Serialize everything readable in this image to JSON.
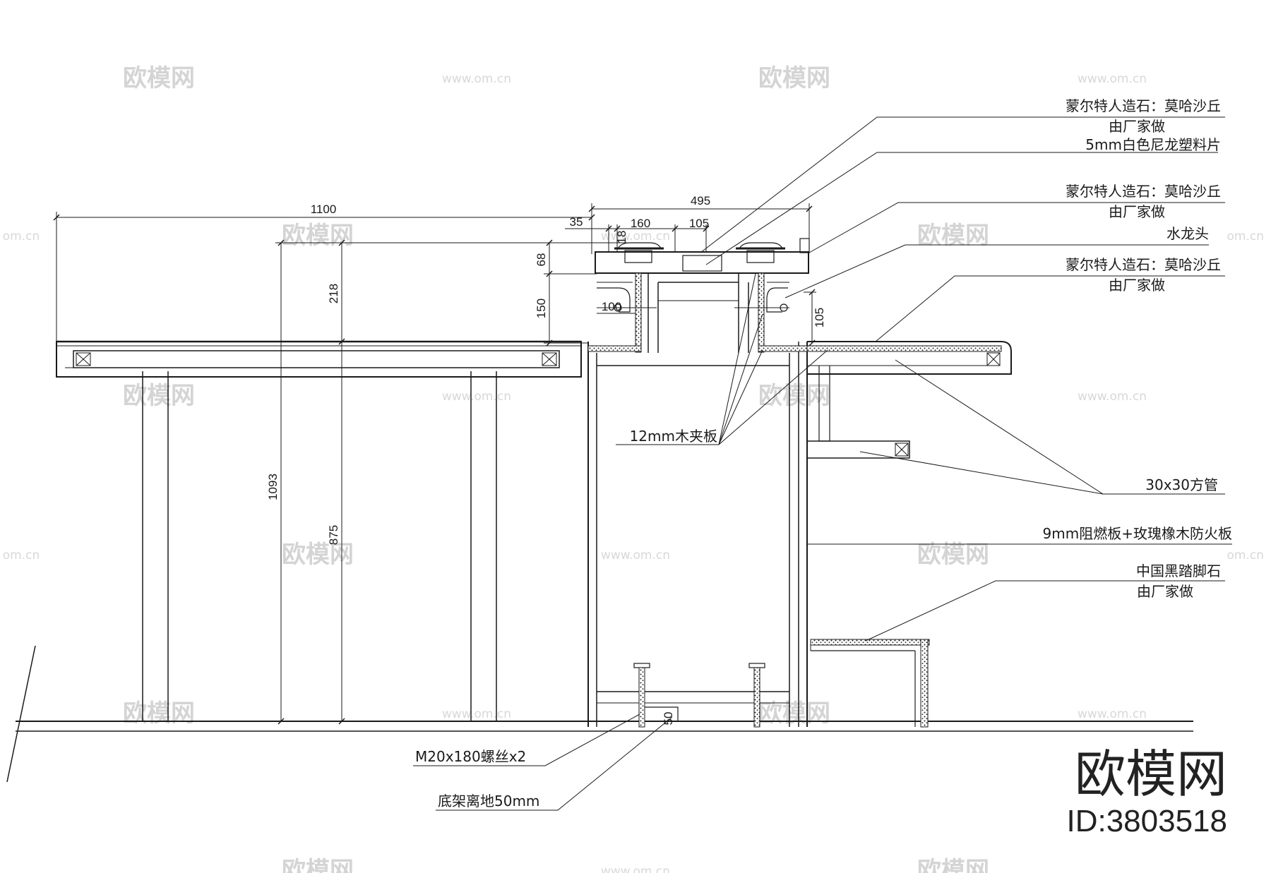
{
  "watermark": {
    "text": "欧模网",
    "url": "www.om.cn",
    "url_short": "om.cn"
  },
  "brand": {
    "name": "欧模网",
    "id": "ID:3803518"
  },
  "dimensions": {
    "d1100": "1100",
    "d495": "495",
    "d35": "35",
    "d18": "18",
    "d160": "160",
    "d105a": "105",
    "d68": "68",
    "d150": "150",
    "d218": "218",
    "d100": "100",
    "d105b": "105",
    "d1093": "1093",
    "d875": "875",
    "d50": "50"
  },
  "annotations": {
    "stone1_l1": "蒙尔特人造石：莫哈沙丘",
    "stone1_l2": "由厂家做",
    "nylon": "5mm白色尼龙塑料片",
    "stone2_l1": "蒙尔特人造石：莫哈沙丘",
    "stone2_l2": "由厂家做",
    "faucet": "水龙头",
    "stone3_l1": "蒙尔特人造石：莫哈沙丘",
    "stone3_l2": "由厂家做",
    "plywood": "12mm木夹板",
    "tube": "30x30方管",
    "fireboard": "9mm阻燃板+玫瑰橡木防火板",
    "footstone_l1": "中国黑踏脚石",
    "footstone_l2": "由厂家做",
    "bolt": "M20x180螺丝x2",
    "base": "底架离地50mm"
  }
}
